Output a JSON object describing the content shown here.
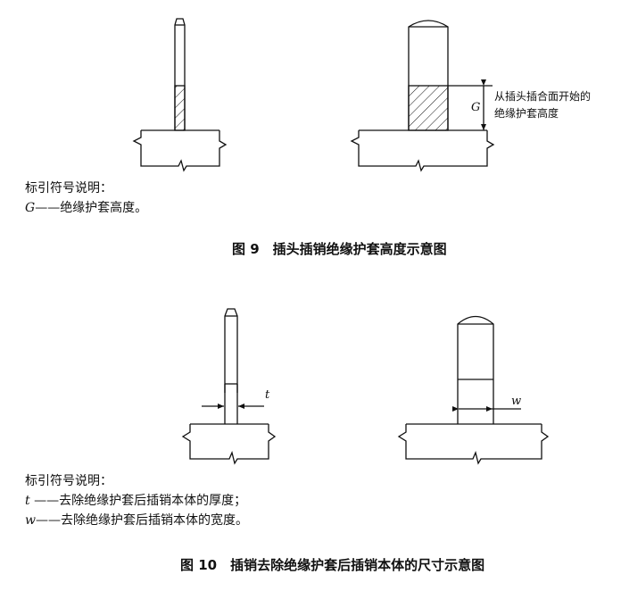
{
  "figure9": {
    "dimension_symbol": "G",
    "dimension_note_line1": "从插头插合面开始的",
    "dimension_note_line2": "绝缘护套高度",
    "legend_title": "标引符号说明：",
    "legend_items": [
      {
        "symbol": "G",
        "dash": "——",
        "text": "绝缘护套高度。"
      }
    ],
    "caption": "图 9　插头插销绝缘护套高度示意图"
  },
  "figure10": {
    "thickness_symbol": "t",
    "width_symbol": "w",
    "legend_title": "标引符号说明：",
    "legend_items": [
      {
        "symbol": "t",
        "dash": " ——",
        "text": "去除绝缘护套后插销本体的厚度；"
      },
      {
        "symbol": "w",
        "dash": "——",
        "text": "去除绝缘护套后插销本体的宽度。"
      }
    ],
    "caption": "图 10　插销去除绝缘护套后插销本体的尺寸示意图"
  }
}
